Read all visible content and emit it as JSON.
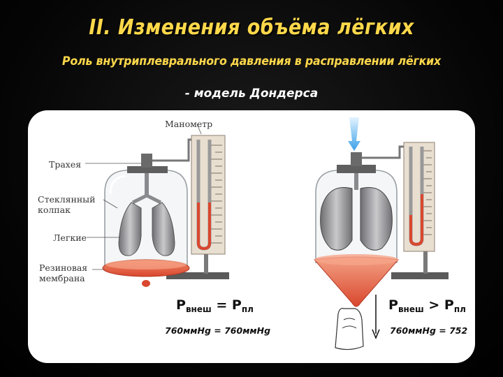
{
  "slide": {
    "title": "II.  Изменения объёма лёгких",
    "subtitle": "Роль внутриплеврального давления в расправлении лёгких",
    "model": "- модель Дондерса"
  },
  "labels": {
    "manometer": "Манометр",
    "trachea": "Трахея",
    "glass_bell_line1": "Стеклянный",
    "glass_bell_line2": "колпак",
    "lungs": "Легкие",
    "membrane_line1": "Резиновая",
    "membrane_line2": "мембрана"
  },
  "left": {
    "p_letter": "P",
    "p_ext_sub": "внеш",
    "operator": "=",
    "p_pl_letter": "P",
    "p_pl_sub": "пл",
    "values": "760ммHg = 760ммHg"
  },
  "right": {
    "p_letter": "P",
    "p_ext_sub": "внеш",
    "operator": ">",
    "p_pl_letter": "P",
    "p_pl_sub": "пл",
    "values": "760ммHg = 752"
  },
  "colors": {
    "title": "#ffd84a",
    "panel": "#ffffff",
    "membrane": "#e8553a",
    "mercury": "#d9472e",
    "airflow": "#59b8ef"
  }
}
